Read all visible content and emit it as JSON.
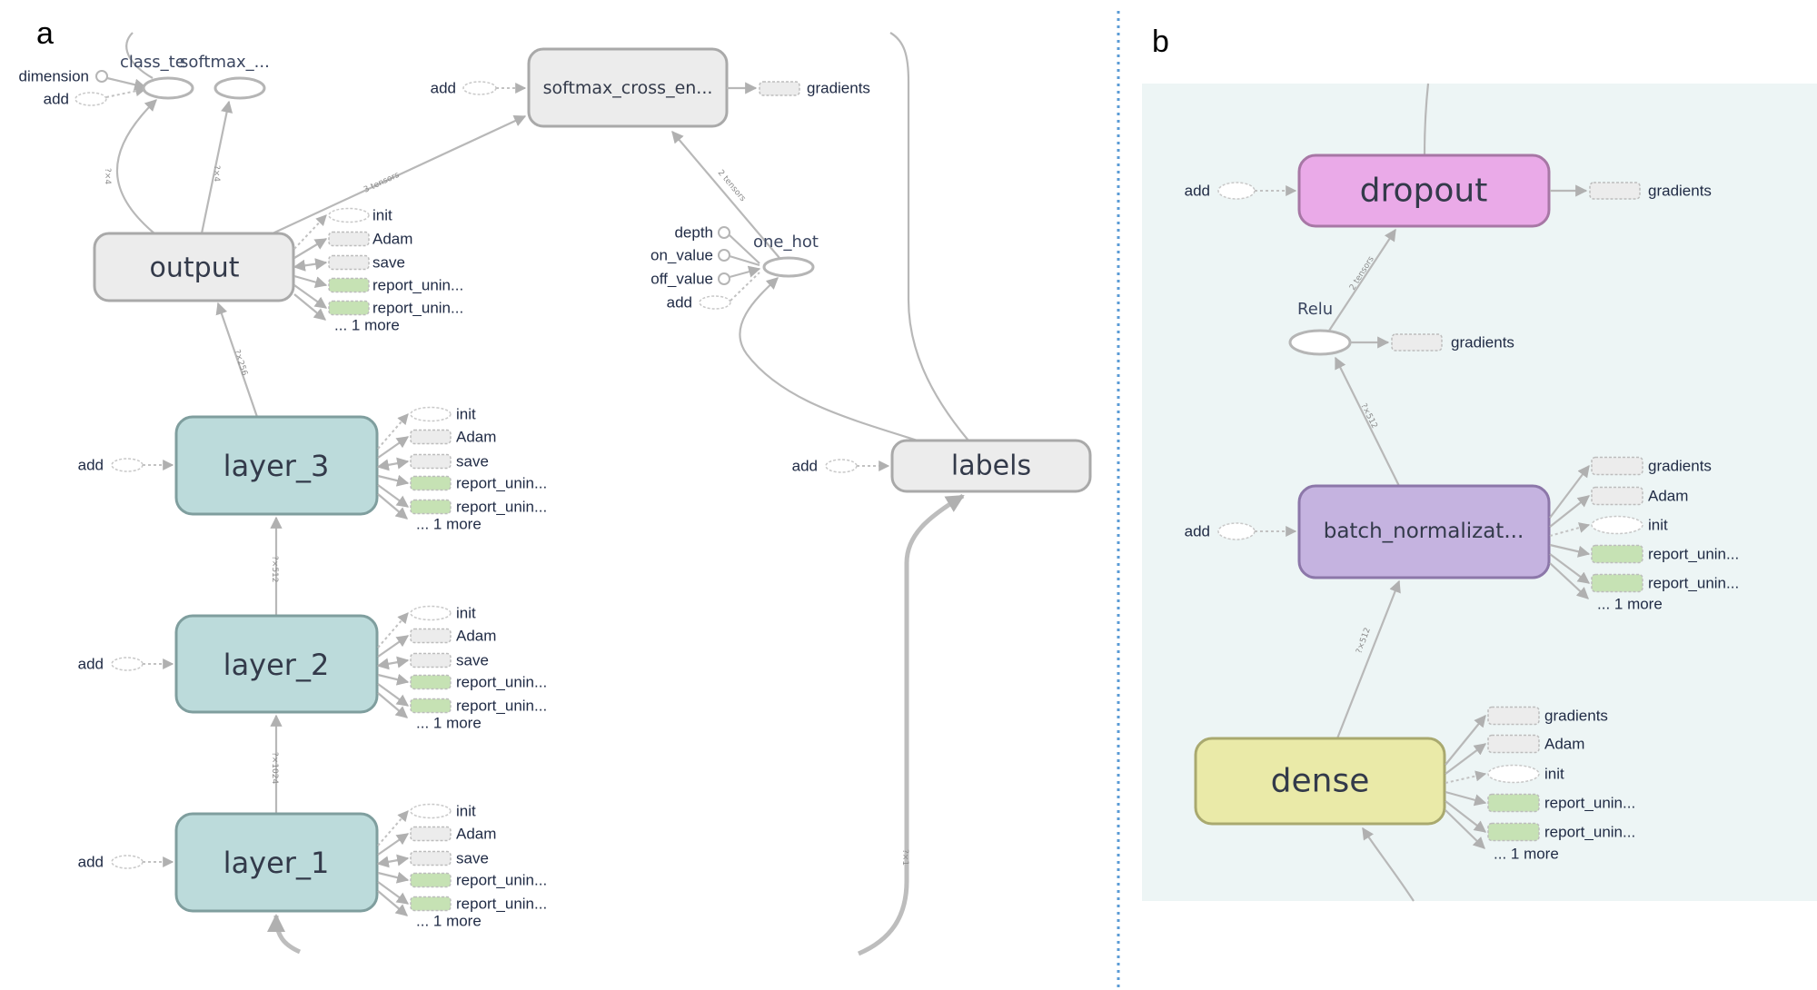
{
  "panels": {
    "a": {
      "letter": "a",
      "nodes": {
        "output": "output",
        "layer_3": "layer_3",
        "layer_2": "layer_2",
        "layer_1": "layer_1",
        "softmax_cross_en": "softmax_cross_en...",
        "labels": "labels",
        "class_te": "class_te",
        "softmax": "softmax_...",
        "one_hot": "one_hot"
      },
      "inputs": {
        "dimension": "dimension",
        "add": "add",
        "depth": "depth",
        "on_value": "on_value",
        "off_value": "off_value"
      },
      "aux_outputs": [
        "init",
        "Adam",
        "save",
        "report_unin...",
        "report_unin...",
        "... 1 more"
      ],
      "gradients": "gradients",
      "edge_labels": {
        "output_to_softmax_cross": "3 tensors",
        "one_hot_to_softmax_cross": "2 tensors",
        "layer3_to_output": "?×256",
        "layer2_to_layer3": "?×512",
        "layer1_to_layer2": "?×1024",
        "output_to_class": "?×4",
        "output_to_softmax": "?×4",
        "input_to_labels": "?×1"
      },
      "colors": {
        "layer_fill": "#bcdbdb",
        "layer_border": "#7f9e9e",
        "grey_fill": "#ececec",
        "grey_border": "#a9a9a9",
        "summary_fill": "#c6e2b4"
      }
    },
    "b": {
      "letter": "b",
      "nodes": {
        "dropout": "dropout",
        "relu": "Relu",
        "batch_normalization": "batch_normalizat...",
        "dense": "dense"
      },
      "add": "add",
      "gradients": "gradients",
      "aux_outputs": [
        "gradients",
        "Adam",
        "init",
        "report_unin...",
        "report_unin...",
        "... 1 more"
      ],
      "edge_labels": {
        "relu_to_dropout": "2 tensors",
        "batch_to_relu": "?×512",
        "dense_to_batch": "?×512"
      },
      "colors": {
        "background": "#edf5f5",
        "dropout_fill": "#eaaae8",
        "dropout_border": "#a777a5",
        "batch_fill": "#c5b3e0",
        "batch_border": "#8c77a9",
        "dense_fill": "#eaeaa8",
        "dense_border": "#a9a96f",
        "divider": "#5b9bd5"
      }
    }
  }
}
